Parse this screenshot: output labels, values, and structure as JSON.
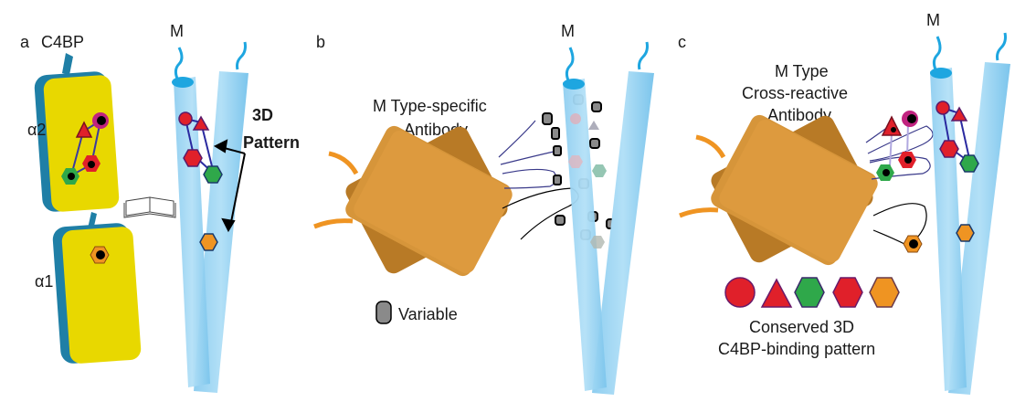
{
  "panel_a": {
    "letter": "a",
    "title": "C4BP",
    "domain_upper": "α2",
    "domain_lower": "α1",
    "protein_label": "M",
    "pattern_label_line1": "3D",
    "pattern_label_line2": "Pattern",
    "icon": "open-book-icon"
  },
  "panel_b": {
    "letter": "b",
    "protein_label": "M",
    "antibody_line1": "M Type-specific",
    "antibody_line2": "Antibody",
    "legend_label": "Variable"
  },
  "panel_c": {
    "letter": "c",
    "protein_label": "M",
    "antibody_line1": "M Type",
    "antibody_line2": "Cross-reactive",
    "antibody_line3": "Antibody",
    "legend_line1": "Conserved 3D",
    "legend_line2": "C4BP-binding pattern",
    "legend_shapes": [
      "red-circle",
      "red-triangle",
      "green-hexagon",
      "red-hexagon",
      "orange-hexagon"
    ]
  },
  "colors": {
    "c4bp_fill": "#e8d800",
    "c4bp_edge": "#1f7fa6",
    "m_protein": "#9fd6f2",
    "m_protein_dark": "#6cc0ea",
    "antibody": "#dd9a3e",
    "antibody_dark": "#b87a26",
    "red": "#e0202a",
    "green": "#2fa84a",
    "orange": "#ef9422",
    "magenta": "#c0237f",
    "variable_gray": "#8a8a8a"
  }
}
